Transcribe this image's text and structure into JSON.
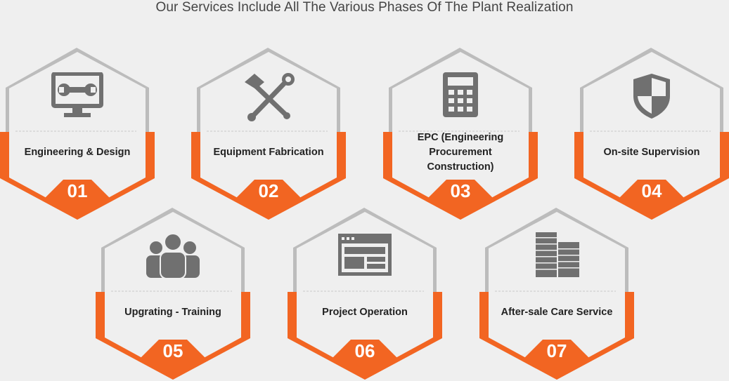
{
  "heading": "Our Services Include All The Various Phases Of The Plant Realization",
  "colors": {
    "accent": "#f26522",
    "frame_gray": "#bcbcbc",
    "icon_gray": "#707070",
    "background": "#efefef"
  },
  "services": [
    {
      "number": "01",
      "label": "Engineering & Design",
      "icon": "monitor-wrench-icon"
    },
    {
      "number": "02",
      "label": "Equipment Fabrication",
      "icon": "tools-icon"
    },
    {
      "number": "03",
      "label": "EPC (Engineering Procurement Construction)",
      "icon": "calculator-icon"
    },
    {
      "number": "04",
      "label": "On-site Supervision",
      "icon": "shield-icon"
    },
    {
      "number": "05",
      "label": "Upgrating - Training",
      "icon": "people-icon"
    },
    {
      "number": "06",
      "label": "Project Operation",
      "icon": "browser-window-icon"
    },
    {
      "number": "07",
      "label": "After-sale Care Service",
      "icon": "buildings-icon"
    }
  ]
}
